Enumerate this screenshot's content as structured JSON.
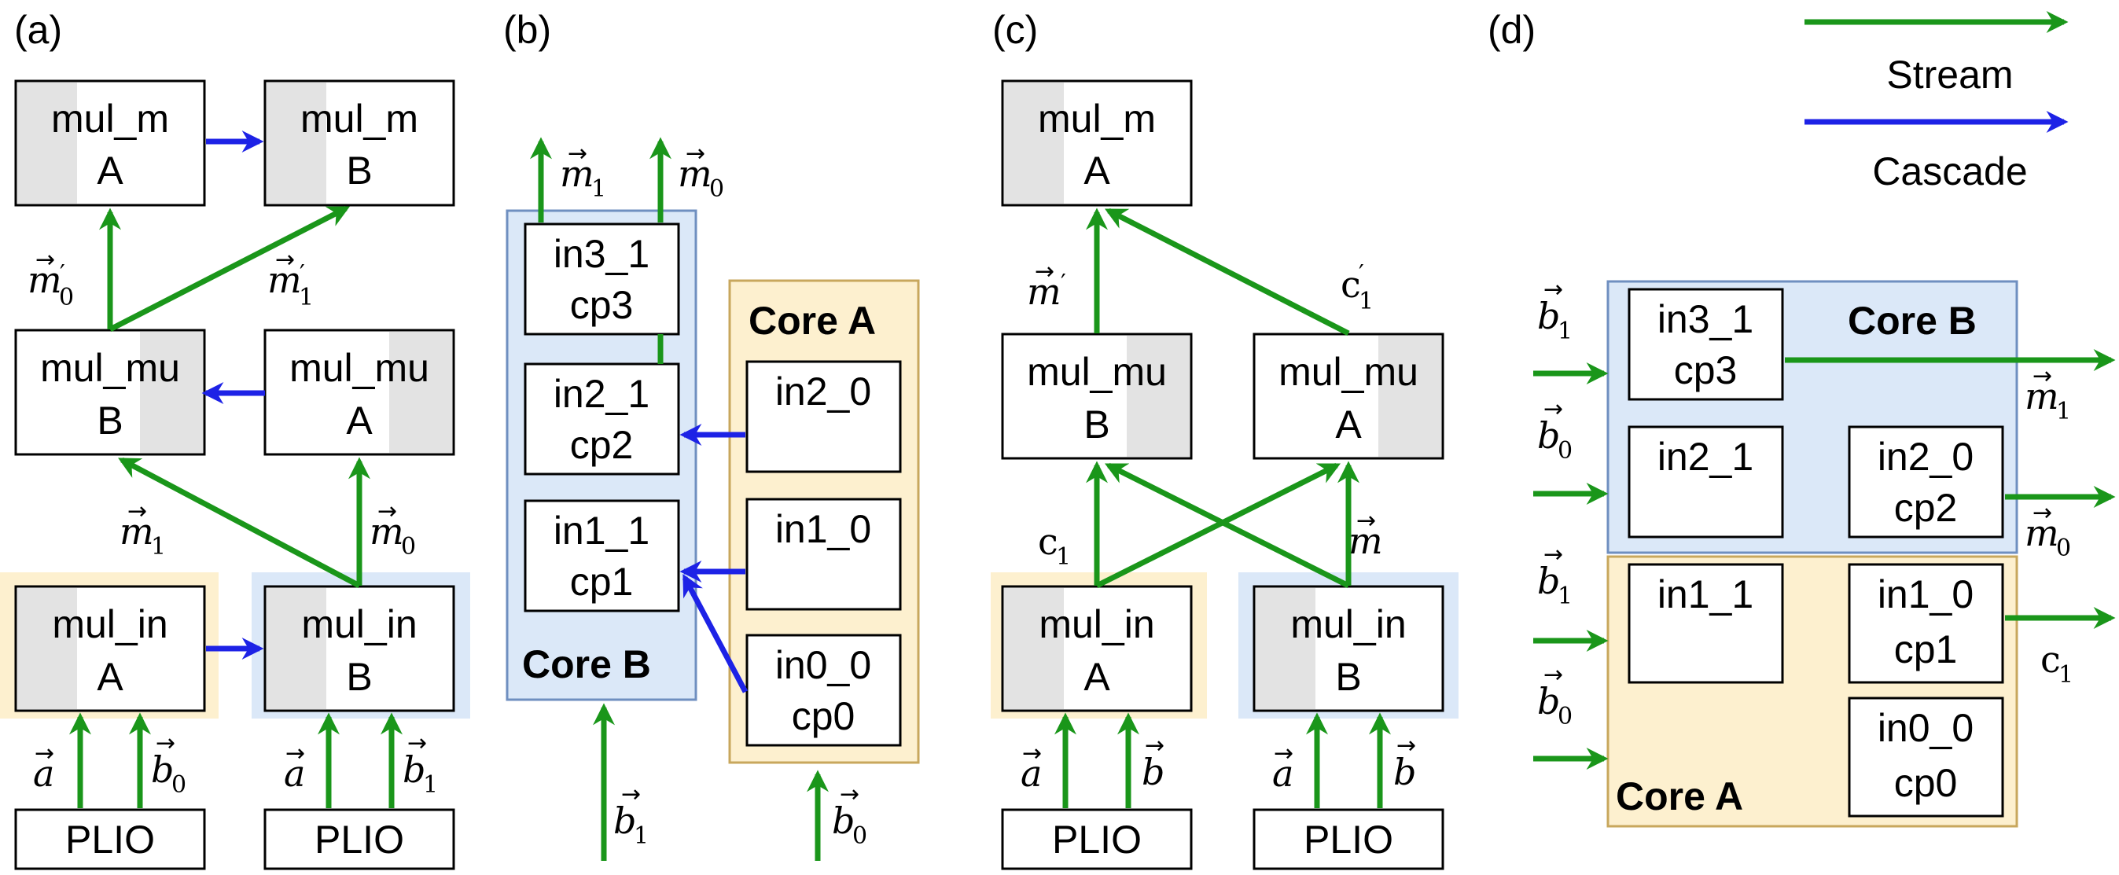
{
  "panels": {
    "a": "(a)",
    "b": "(b)",
    "c": "(c)",
    "d": "(d)"
  },
  "legend": {
    "stream": "Stream",
    "cascade": "Cascade"
  },
  "kernels": {
    "mul_m": "mul_m",
    "mul_mu": "mul_mu",
    "mul_in": "mul_in",
    "side_a": "A",
    "side_b": "B",
    "plio": "PLIO"
  },
  "tiles": {
    "in3_1": "in3_1",
    "in2_1": "in2_1",
    "in1_1": "in1_1",
    "in2_0": "in2_0",
    "in1_0": "in1_0",
    "in0_0": "in0_0",
    "cp0": "cp0",
    "cp1": "cp1",
    "cp2": "cp2",
    "cp3": "cp3"
  },
  "cores": {
    "core_a": "Core A",
    "core_b": "Core B"
  },
  "symbols": {
    "m": "m",
    "a": "a",
    "b": "b",
    "c": "c",
    "sub0": "0",
    "sub1": "1",
    "prime": "′"
  },
  "colors": {
    "stream": "#1a961a",
    "cascade": "#1d22e6",
    "core_a_bg": "#fdf0cf",
    "core_b_bg": "#dbe8f8",
    "shade": "#e3e3e3"
  }
}
